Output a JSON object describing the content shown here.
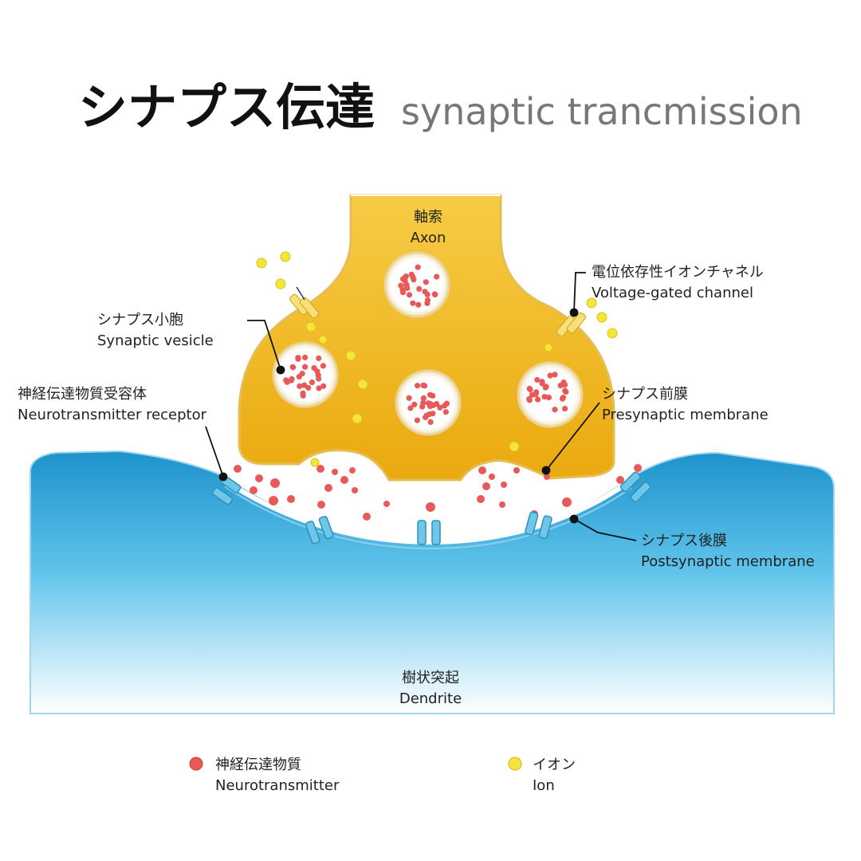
{
  "title": {
    "ja": "シナプス伝達",
    "en": "synaptic trancmission"
  },
  "labels": {
    "axon": {
      "ja": "軸索",
      "en": "Axon"
    },
    "vesicle": {
      "ja": "シナプス小胞",
      "en": "Synaptic vesicle"
    },
    "receptor": {
      "ja": "神経伝達物質受容体",
      "en": "Neurotransmitter receptor"
    },
    "channel": {
      "ja": "電位依存性イオンチャネル",
      "en": "Voltage-gated channel"
    },
    "presynaptic": {
      "ja": "シナプス前膜",
      "en": "Presynaptic membrane"
    },
    "postsynaptic": {
      "ja": "シナプス後膜",
      "en": "Postsynaptic membrane"
    },
    "dendrite": {
      "ja": "樹状突起",
      "en": "Dendrite"
    }
  },
  "legend": {
    "neurotransmitter": {
      "ja": "神経伝達物質",
      "en": "Neurotransmitter",
      "color": "#e85a5a"
    },
    "ion": {
      "ja": "イオン",
      "en": "Ion",
      "color": "#f5e43a"
    }
  },
  "colors": {
    "axon": "#f2b619",
    "axon_dark": "#d99a0e",
    "dendrite_top": "#2a9fd3",
    "dendrite_bottom": "#ffffff",
    "membrane": "#ffffff",
    "ion": "#f5e43a",
    "neurotransmitter": "#e85a5a",
    "receptor": "#6cc7e8"
  }
}
